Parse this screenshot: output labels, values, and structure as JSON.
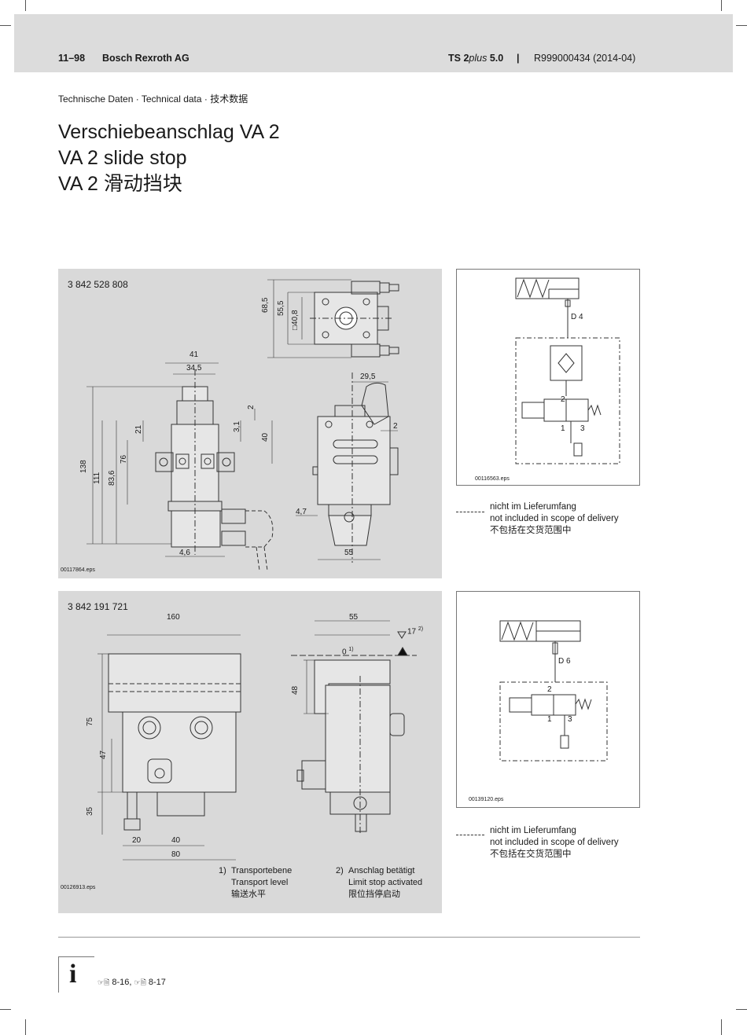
{
  "header": {
    "page_number": "11–98",
    "company": "Bosch Rexroth AG",
    "product_prefix": "TS 2",
    "product_italic": "plus",
    "product_suffix": " 5.0",
    "separator": "|",
    "doc_number": "R999000434 (2014-04)"
  },
  "section_label": "Technische Daten · Technical data · 技术数据",
  "titles": [
    "Verschiebeanschlag VA 2",
    "VA 2 slide stop",
    "VA 2 滑动挡块"
  ],
  "drawing1": {
    "part_number": "3 842 528 808",
    "eps": "00117864.eps",
    "dims": {
      "d41": "41",
      "d34_5": "34,5",
      "d68_5": "68,5",
      "d55_5": "55,5",
      "d40_8": "□40,8",
      "d29_5": "29,5",
      "d2a": "2",
      "d2b": "2",
      "d3_1": "3,1",
      "d40": "40",
      "d21": "21",
      "d138": "138",
      "d111": "111",
      "d83_6": "83,6",
      "d76": "76",
      "d4_7": "4,7",
      "d4_6": "4,6",
      "d55": "55"
    }
  },
  "schematic1": {
    "eps": "00116563.eps",
    "label_d": "D 4",
    "port2": "2",
    "port1": "1",
    "port3": "3"
  },
  "legend1": {
    "line1": "nicht im Lieferumfang",
    "line2": "not included in scope of delivery",
    "line3": "不包括在交货范围中"
  },
  "drawing2": {
    "part_number": "3 842 191 721",
    "eps": "00126913.eps",
    "dims": {
      "d160": "160",
      "d55": "55",
      "d17": "17",
      "d17_sup": "2)",
      "d0": "0",
      "d0_sup": "1)",
      "d48": "48",
      "d75": "75",
      "d47": "47",
      "d35": "35",
      "d20": "20",
      "d40": "40",
      "d80": "80"
    },
    "footnotes": [
      {
        "num": "1)",
        "de": "Transportebene",
        "en": "Transport level",
        "zh": "输送水平"
      },
      {
        "num": "2)",
        "de": "Anschlag betätigt",
        "en": "Limit stop activated",
        "zh": "限位挡停启动"
      }
    ]
  },
  "schematic2": {
    "eps": "00139120.eps",
    "label_d": "D 6",
    "port2": "2",
    "port1": "1",
    "port3": "3"
  },
  "legend2": {
    "line1": "nicht im Lieferumfang",
    "line2": "not included in scope of delivery",
    "line3": "不包括在交货范围中"
  },
  "footer": {
    "info_symbol": "i",
    "ref_icon": "☞🗎",
    "ref1": "8-16,",
    "ref2": "8-17"
  }
}
